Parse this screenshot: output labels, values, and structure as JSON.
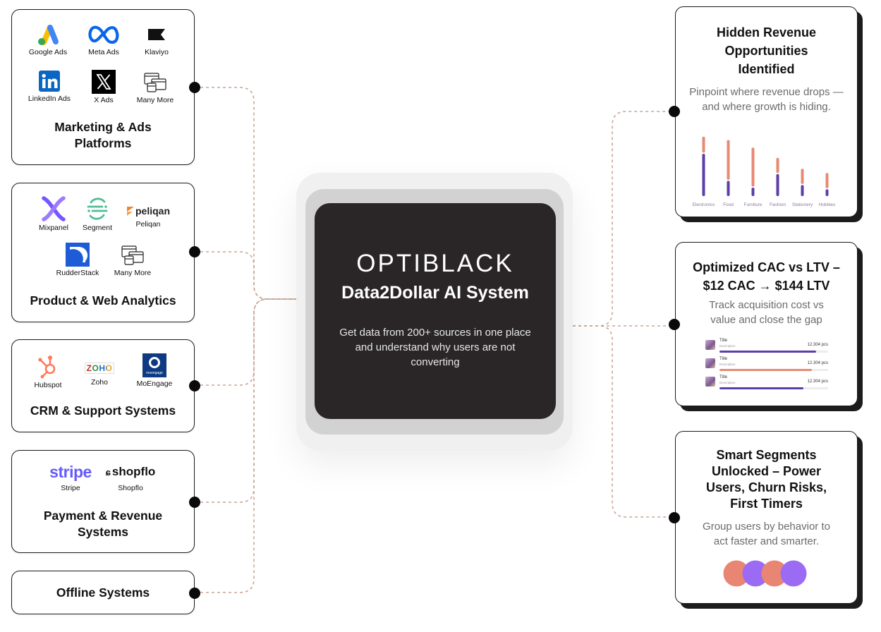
{
  "sources": [
    {
      "title": "Marketing & Ads Platforms",
      "logos": [
        {
          "name": "Google Ads",
          "icon": "google-ads-icon"
        },
        {
          "name": "Meta Ads",
          "icon": "meta-icon"
        },
        {
          "name": "Klaviyo",
          "icon": "klaviyo-flag-icon"
        },
        {
          "name": "LinkedIn Ads",
          "icon": "linkedin-icon"
        },
        {
          "name": "X Ads",
          "icon": "x-icon"
        },
        {
          "name": "Many More",
          "icon": "browser-windows-icon"
        }
      ]
    },
    {
      "title": "Product & Web Analytics",
      "logos": [
        {
          "name": "Mixpanel",
          "icon": "mixpanel-icon"
        },
        {
          "name": "Segment",
          "icon": "segment-icon"
        },
        {
          "name": "Peliqan",
          "icon": "peliqan-icon",
          "wordmark": "peliqan"
        },
        {
          "name": "RudderStack",
          "icon": "rudderstack-icon"
        },
        {
          "name": "Many More",
          "icon": "browser-windows-icon"
        }
      ]
    },
    {
      "title": "CRM & Support Systems",
      "logos": [
        {
          "name": "Hubspot",
          "icon": "hubspot-icon"
        },
        {
          "name": "Zoho",
          "icon": "zoho-icon",
          "wordmark": "ZOHO"
        },
        {
          "name": "MoEngage",
          "icon": "moengage-icon",
          "wordmark": "moengage"
        }
      ]
    },
    {
      "title": "Payment & Revenue Systems",
      "logos": [
        {
          "name": "Stripe",
          "icon": "stripe-wordmark-icon",
          "wordmark": "stripe"
        },
        {
          "name": "Shopflo",
          "icon": "shopflo-wordmark-icon",
          "wordmark": "shopflo"
        }
      ]
    },
    {
      "title": "Offline Systems",
      "logos": []
    }
  ],
  "center": {
    "brand": "OPTIBLACK",
    "title": "Data2Dollar AI System",
    "description": "Get data from 200+ sources in one place and understand why users are not converting"
  },
  "outcomes": [
    {
      "title": "Hidden Revenue Opportunities Identified",
      "subtitle": "Pinpoint where revenue drops — and where growth is hiding."
    },
    {
      "title": "Optimized CAC vs LTV – $12 CAC → $144 LTV",
      "subtitle": "Track acquisition cost vs value and close the gap"
    },
    {
      "title": "Smart Segments Unlocked – Power Users, Churn Risks, First Timers",
      "subtitle": "Group users by behavior to act faster and smarter."
    }
  ],
  "chart_data": [
    {
      "type": "bar",
      "categories": [
        "Electronics",
        "Food",
        "Furniture",
        "Fashion",
        "Stationery",
        "Hobbies"
      ],
      "series": [
        {
          "values": [
            50,
            18,
            10,
            26,
            13,
            8
          ]
        },
        {
          "values": [
            19,
            47,
            46,
            18,
            18,
            18
          ]
        }
      ]
    },
    {
      "type": "bar",
      "rows": [
        {
          "title": "Title",
          "subtitle": "Description",
          "value_label": "12.304 pcs",
          "fill": 0.89
        },
        {
          "title": "Title",
          "subtitle": "Description",
          "value_label": "12.304 pcs",
          "fill": 0.85
        },
        {
          "title": "Title",
          "subtitle": "Description",
          "value_label": "12.304 pcs",
          "fill": 0.77
        }
      ]
    }
  ],
  "colors": {
    "purple": "#5b3ea8",
    "salmon": "#e78a74",
    "connector": "#c9a696",
    "center_bg": "#2a2627",
    "segment_circle_salmon": "#e98673",
    "segment_circle_purple": "#9b6cf3"
  }
}
